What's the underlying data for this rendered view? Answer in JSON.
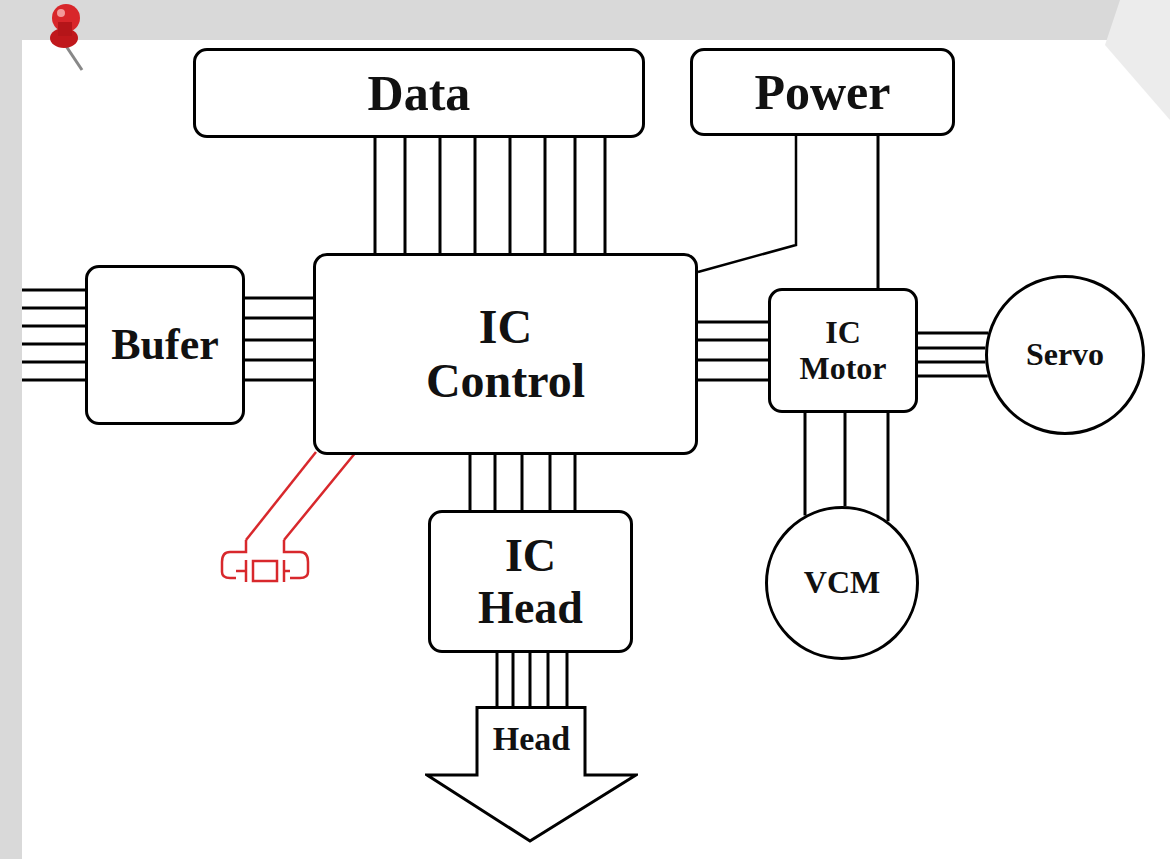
{
  "diagram": {
    "nodes": [
      {
        "text": [
          "Data"
        ]
      },
      {
        "text": [
          "Power"
        ]
      },
      {
        "text": [
          "Bufer"
        ]
      },
      {
        "text": [
          "IC Control"
        ]
      },
      {
        "text": [
          "IC Motor"
        ]
      },
      {
        "text": [
          "Servo"
        ]
      },
      {
        "text": [
          "IC Head"
        ]
      },
      {
        "text": [
          "VCM"
        ]
      },
      {
        "text": [
          "Head"
        ]
      }
    ],
    "edges": [
      {
        "from": 0,
        "to": 3,
        "arrow": "none"
      },
      {
        "from": 1,
        "to": 3,
        "arrow": "none"
      },
      {
        "from": 1,
        "to": 4,
        "arrow": "none"
      },
      {
        "from": 2,
        "to": 3,
        "arrow": "none"
      },
      {
        "from": 3,
        "to": 4,
        "arrow": "none"
      },
      {
        "from": 4,
        "to": 5,
        "arrow": "none"
      },
      {
        "from": 4,
        "to": 7,
        "arrow": "none"
      },
      {
        "from": 3,
        "to": 6,
        "arrow": "none"
      },
      {
        "from": 6,
        "to": 8,
        "arrow": "none"
      }
    ]
  }
}
